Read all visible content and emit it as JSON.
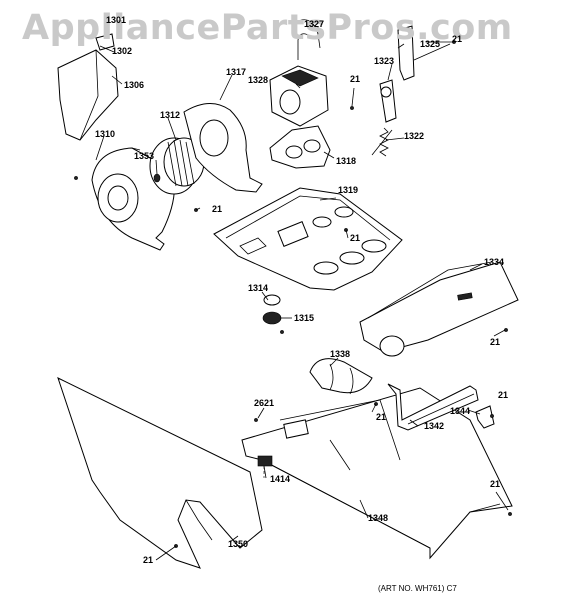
{
  "watermark": "AppliancePartsPros.com",
  "art_number": "(ART NO. WH761) C7",
  "callouts": {
    "c1301": "1301",
    "c1302": "1302",
    "c1306": "1306",
    "c1310": "1310",
    "c1312": "1312",
    "c1317": "1317",
    "c1353": "1353",
    "c1327": "1327",
    "c1325": "1325",
    "c21_top": "21",
    "c1323": "1323",
    "c1328": "1328",
    "c21_motor": "21",
    "c1322": "1322",
    "c1318": "1318",
    "c1319": "1319",
    "c21_base": "21",
    "c21_blower": "21",
    "c1334": "1334",
    "c21_duct": "21",
    "c1314": "1314",
    "c1315": "1315",
    "c1338": "1338",
    "c2621": "2621",
    "c21_rail": "21",
    "c1342": "1342",
    "c21_right": "21",
    "c1344": "1344",
    "c1414": "1414",
    "c21_bottom": "21",
    "c1348": "1348",
    "c1350": "1350",
    "c21_panel": "21"
  }
}
